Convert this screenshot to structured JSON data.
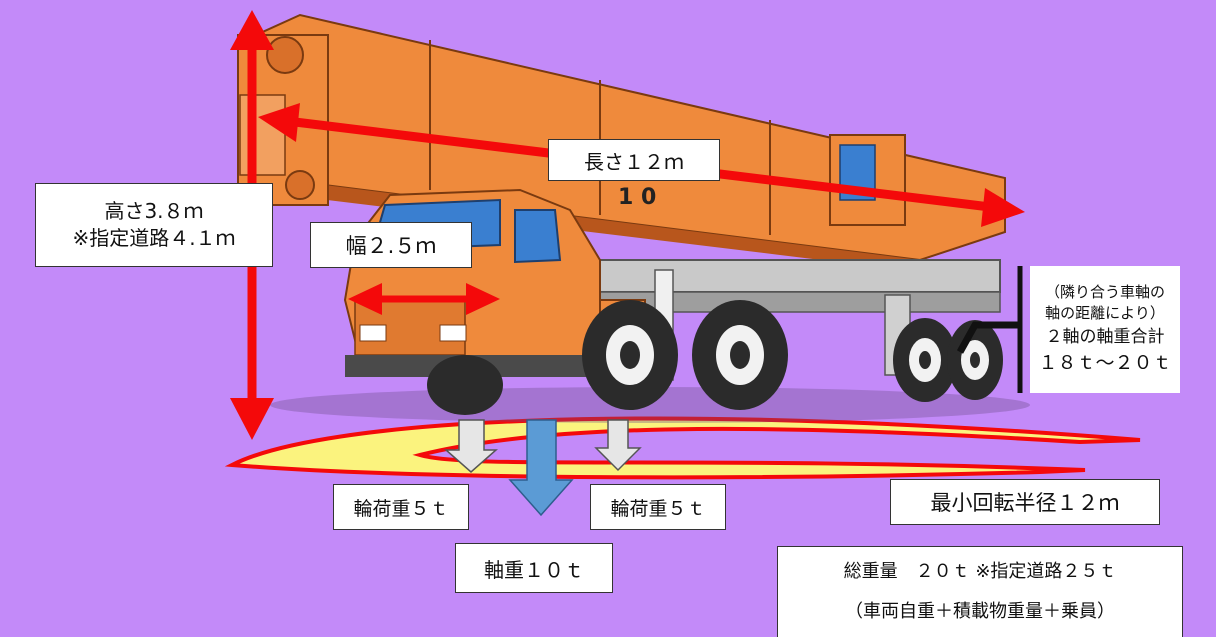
{
  "colors": {
    "background": "#c38af9",
    "crane_body": "#ef8a3c",
    "crane_dark": "#b8561c",
    "arrow_red": "#f4090a",
    "turning_yellow": "#fbf37e",
    "load_arrow_light": "#e6e6e6",
    "load_arrow_blue": "#5b9bd5"
  },
  "labels": {
    "length": "長さ１２ｍ",
    "height_line1": "高さ3.８ｍ",
    "height_line2": "※指定道路４.１ｍ",
    "width": "幅２.５ｍ",
    "axle_line1": "（隣り合う車軸の",
    "axle_line2": "軸の距離により）",
    "axle_line3": "２軸の軸重合計",
    "axle_line4": "１８ｔ～２０ｔ",
    "wheel_load_left": "輪荷重５ｔ",
    "wheel_load_right": "輪荷重５ｔ",
    "axle_load": "軸重１０ｔ",
    "turning_radius": "最小回転半径１２ｍ",
    "gross_line1": "総重量　２０ｔ ※指定道路２５ｔ",
    "gross_line2": "（車両自重＋積載物重量＋乗員）"
  }
}
